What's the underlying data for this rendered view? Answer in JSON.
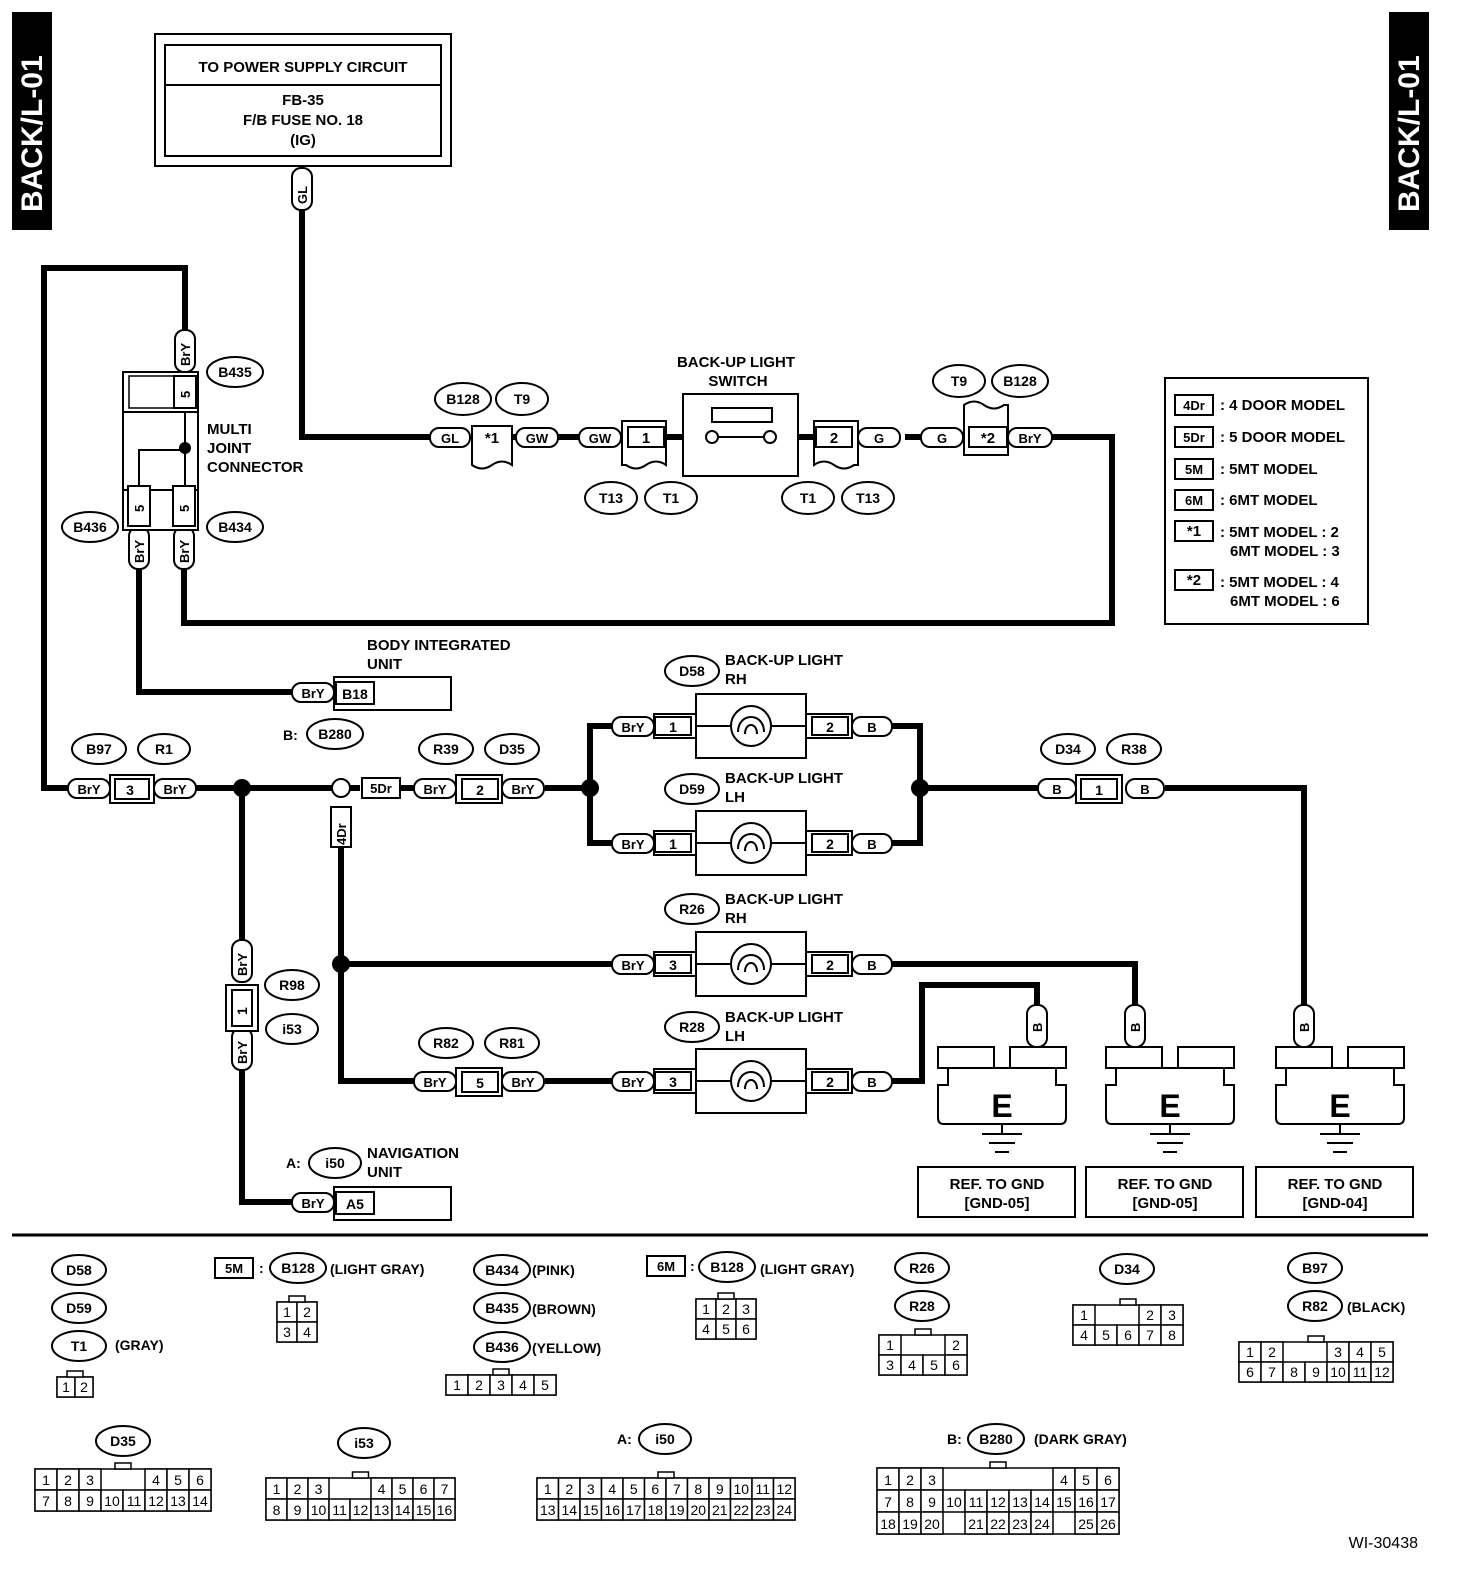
{
  "side_tag": "BACK/L-01",
  "diagram_id": "WI-30438",
  "power_box": {
    "title": "TO POWER SUPPLY CIRCUIT",
    "line1": "FB-35",
    "line2": "F/B FUSE NO. 18",
    "line3": "(IG)"
  },
  "components": {
    "switch": [
      "BACK-UP LIGHT",
      "SWITCH"
    ],
    "multi_joint": [
      "MULTI",
      "JOINT",
      "CONNECTOR"
    ],
    "body_unit": [
      "BODY INTEGRATED",
      "UNIT"
    ],
    "nav_unit": [
      "NAVIGATION",
      "UNIT"
    ],
    "lamp_rh": [
      "BACK-UP LIGHT",
      "RH"
    ],
    "lamp_lh": [
      "BACK-UP LIGHT",
      "LH"
    ]
  },
  "connectors": {
    "B128": "B128",
    "T9": "T9",
    "T13": "T13",
    "T1": "T1",
    "B435": "B435",
    "B434": "B434",
    "B436": "B436",
    "B18": "B18",
    "B280": "B280",
    "B97": "B97",
    "R1": "R1",
    "R39": "R39",
    "D35": "D35",
    "D58": "D58",
    "D59": "D59",
    "D34": "D34",
    "R38": "R38",
    "R26": "R26",
    "R28": "R28",
    "R98": "R98",
    "i53": "i53",
    "R82": "R82",
    "R81": "R81",
    "i50": "i50",
    "A5": "A5"
  },
  "prefix": {
    "A": "A:",
    "B": "B:"
  },
  "wires": {
    "GL": "GL",
    "GW": "GW",
    "G": "G",
    "BrY": "BrY",
    "B": "B"
  },
  "model_tags": {
    "4Dr": "4Dr",
    "5Dr": "5Dr",
    "5M": "5M",
    "6M": "6M"
  },
  "pins": {
    "p1": "1",
    "p2": "2",
    "p3": "3",
    "p5": "5",
    "s1": "*1",
    "s2": "*2"
  },
  "ground": {
    "mark": "E",
    "ref": "REF. TO GND",
    "gnd05": "[GND-05]",
    "gnd04": "[GND-04]"
  },
  "legend": {
    "k4dr": "4Dr",
    "v4dr": ": 4 DOOR MODEL",
    "k5dr": "5Dr",
    "v5dr": ": 5 DOOR MODEL",
    "k5m": "5M",
    "v5m": ": 5MT MODEL",
    "k6m": "6M",
    "v6m": ": 6MT MODEL",
    "ks1": "*1",
    "vs1a": ": 5MT MODEL  : 2",
    "vs1b": "6MT MODEL  : 3",
    "ks2": "*2",
    "vs2a": ": 5MT MODEL  : 4",
    "vs2b": "6MT MODEL  : 6"
  },
  "colors": {
    "gray": "(GRAY)",
    "light_gray": "(LIGHT GRAY)",
    "pink": "(PINK)",
    "brown": "(BROWN)",
    "yellow": "(YELLOW)",
    "black": "(BLACK)",
    "dark_gray": "(DARK GRAY)"
  },
  "connector_faces": {
    "t1": [
      [
        "1",
        "2"
      ]
    ],
    "b128_5m": [
      [
        "1",
        "2"
      ],
      [
        "3",
        "4"
      ]
    ],
    "b128_6m": [
      [
        "1",
        "2",
        "3"
      ],
      [
        "4",
        "5",
        "6"
      ]
    ],
    "b434": [
      [
        "1",
        "2",
        "3",
        "4",
        "5"
      ]
    ],
    "r26": [
      [
        "1",
        "",
        "",
        "2"
      ],
      [
        "3",
        "4",
        "5",
        "6"
      ]
    ],
    "d34": [
      [
        "1",
        "",
        "",
        "2",
        "3"
      ],
      [
        "4",
        "5",
        "6",
        "7",
        "8"
      ]
    ],
    "b97": [
      [
        "1",
        "2",
        "",
        "",
        "3",
        "4",
        "5"
      ],
      [
        "6",
        "7",
        "8",
        "9",
        "10",
        "11",
        "12"
      ]
    ],
    "d35": [
      [
        "1",
        "2",
        "3",
        "",
        "",
        "4",
        "5",
        "6"
      ],
      [
        "7",
        "8",
        "9",
        "10",
        "11",
        "12",
        "13",
        "14"
      ]
    ],
    "i53": [
      [
        "1",
        "2",
        "3",
        "",
        "",
        "4",
        "5",
        "6",
        "7"
      ],
      [
        "8",
        "9",
        "10",
        "11",
        "12",
        "13",
        "14",
        "15",
        "16"
      ]
    ],
    "i50": [
      [
        "1",
        "2",
        "3",
        "4",
        "5",
        "6",
        "7",
        "8",
        "9",
        "10",
        "11",
        "12"
      ],
      [
        "13",
        "14",
        "15",
        "16",
        "17",
        "18",
        "19",
        "20",
        "21",
        "22",
        "23",
        "24"
      ]
    ],
    "b280": [
      [
        "1",
        "2",
        "3",
        "",
        "",
        "",
        "",
        "",
        "4",
        "5",
        "6"
      ],
      [
        "7",
        "8",
        "9",
        "10",
        "11",
        "12",
        "13",
        "14",
        "15",
        "16",
        "17"
      ],
      [
        "18",
        "19",
        "20",
        "",
        "21",
        "22",
        "23",
        "24",
        "",
        "25",
        "26"
      ]
    ]
  }
}
